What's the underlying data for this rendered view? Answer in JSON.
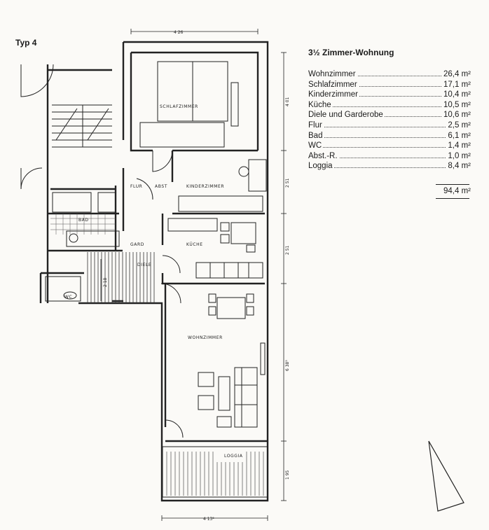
{
  "header": {
    "type_label": "Typ 4",
    "title": "3½ Zimmer-Wohnung"
  },
  "areas": [
    {
      "name": "Wohnzimmer",
      "value": "26,4 m²"
    },
    {
      "name": "Schlafzimmer",
      "value": "17,1 m²"
    },
    {
      "name": "Kinderzimmer",
      "value": "10,4 m²"
    },
    {
      "name": "Küche",
      "value": "10,5 m²"
    },
    {
      "name": "Diele und Garderobe",
      "value": "10,6 m²"
    },
    {
      "name": "Flur",
      "value": "2,5 m²"
    },
    {
      "name": "Bad",
      "value": "6,1 m²"
    },
    {
      "name": "WC",
      "value": "1,4 m²"
    },
    {
      "name": "Abst.-R.",
      "value": "1,0 m²"
    },
    {
      "name": "Loggia",
      "value": "8,4 m²"
    }
  ],
  "total": "94,4 m²",
  "rooms": {
    "schlafzimmer": "SCHLAFZIMMER",
    "kinderzimmer": "KINDERZIMMER",
    "flur": "FLUR",
    "abst": "ABST",
    "bad": "BAD",
    "kueche": "KÜCHE",
    "gard": "GARD",
    "diele": "DIELE",
    "wc": "WC",
    "wohnzimmer": "WOHNZIMMER",
    "loggia": "LOGGIA"
  },
  "dimensions": {
    "top_width": "4 26",
    "bottom_width": "4 13⁵",
    "h_schlaf": "4 01",
    "h_kinder": "2 51",
    "h_kueche": "2 51",
    "h_wohn": "6 38⁵",
    "h_loggia": "1 95",
    "h_diele": "2 18"
  }
}
